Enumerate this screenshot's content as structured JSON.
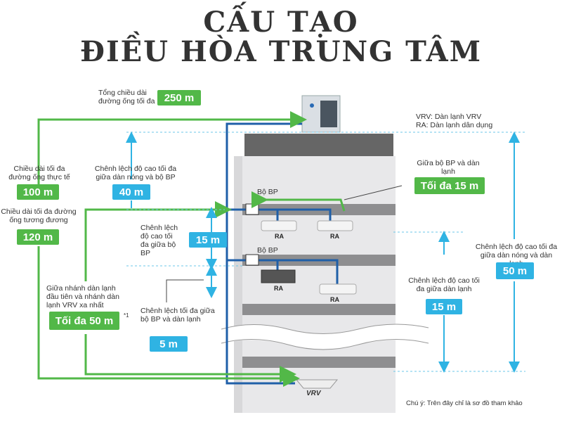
{
  "title": {
    "line1": "CẤU TẠO",
    "line2": "ĐIỀU HÒA TRUNG TÂM"
  },
  "legend": {
    "vrv": "VRV: Dàn lạnh VRV",
    "ra": "RA: Dàn lạnh dân dụng"
  },
  "labels": {
    "total_length": "Tổng chiều dài đường ống tối đa",
    "total_length_value": "250 m",
    "actual_length": "Chiều dài tối đa đường ống thực tế",
    "actual_length_value": "100 m",
    "equiv_length": "Chiều dài tối đa đường ống tương đương",
    "equiv_length_value": "120 m",
    "height_out_bp": "Chênh lệch độ cao tối đa giữa dàn nóng và bộ BP",
    "height_out_bp_value": "40 m",
    "height_bp_bp": "Chênh lệch độ cao tối đa giữa bộ BP",
    "height_bp_bp_value": "15 m",
    "height_bp_indoor": "Chênh lệch tối đa giữa bộ BP và dàn lạnh",
    "height_bp_indoor_value": "5 m",
    "branch": "Giữa nhánh dàn lạnh đầu tiên và nhánh dàn lạnh VRV xa nhất",
    "branch_value": "Tối đa 50 m",
    "footnote_mark": "*1",
    "bp_indoor": "Giữa bộ BP và dàn lạnh",
    "bp_indoor_value": "Tối đa 15 m",
    "height_indoor": "Chênh lệch độ cao tối đa giữa dàn lạnh",
    "height_indoor_value": "15 m",
    "height_out_in": "Chênh lệch độ cao tối đa giữa dàn nóng và dàn lạnh",
    "height_out_in_value": "50 m",
    "bp1": "Bộ BP",
    "bp2": "Bộ BP",
    "ra1": "RA",
    "ra2": "RA",
    "ra3": "RA",
    "ra4": "RA",
    "vrv": "VRV",
    "note": "Chú ý: Trên đây chỉ là sơ đồ tham khảo"
  },
  "colors": {
    "green": "#52b848",
    "blue": "#2fb3e3",
    "pipe": "#1f5fa8",
    "floor": "#8a8a8c",
    "wall": "#e6e6e8"
  }
}
